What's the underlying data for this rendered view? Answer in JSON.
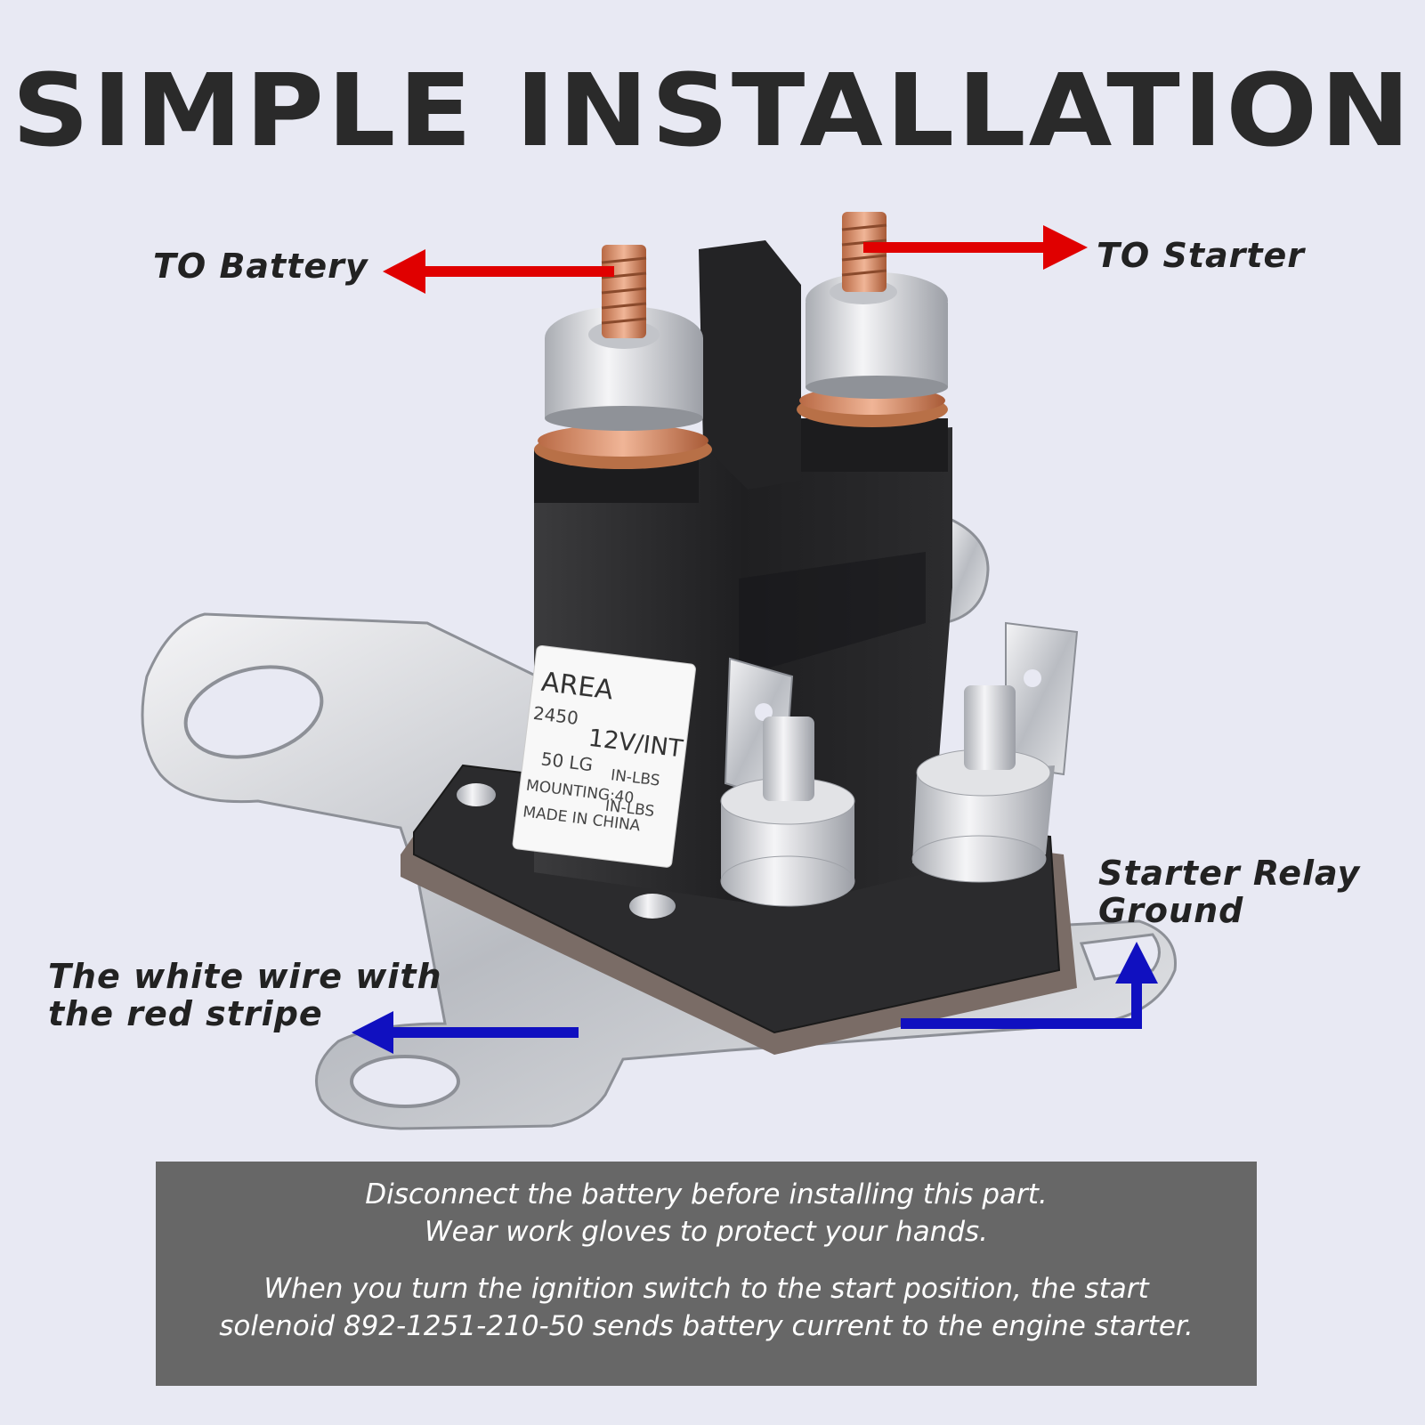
{
  "title": "SIMPLE INSTALLATION",
  "labels": {
    "battery": "TO Battery",
    "starter": "TO Starter",
    "relay_line1": "Starter Relay",
    "relay_line2": "Ground",
    "wire_line1": "The white wire with",
    "wire_line2": "the red stripe"
  },
  "product_label": {
    "brand": "AREA",
    "code": "2450",
    "voltage": "12V/INT",
    "rating": "50 LG",
    "torque1": "IN-LBS",
    "mounting": "MOUNTING:40",
    "torque2": "IN-LBS",
    "origin": "MADE IN CHINA"
  },
  "notes": {
    "line1": "Disconnect the battery before installing this part.",
    "line2": "Wear work gloves to protect your hands.",
    "line3": "When you turn the ignition switch to the start position, the start",
    "line4": "solenoid 892-1251-210-50 sends battery current to the engine starter."
  },
  "colors": {
    "background": "#e8e9f3",
    "arrow_red": "#e00000",
    "arrow_blue": "#1010c0",
    "note_box": "#676767"
  }
}
